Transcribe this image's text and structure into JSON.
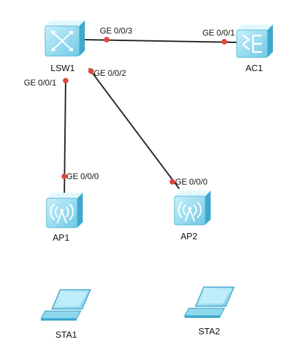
{
  "devices": {
    "switch": {
      "name": "LSW1",
      "icon": "switch-icon"
    },
    "controller": {
      "name": "AC1",
      "icon": "access-controller-icon"
    },
    "ap1": {
      "name": "AP1",
      "icon": "wireless-access-point-icon"
    },
    "ap2": {
      "name": "AP2",
      "icon": "wireless-access-point-icon"
    },
    "sta1": {
      "name": "STA1",
      "icon": "laptop-icon"
    },
    "sta2": {
      "name": "STA2",
      "icon": "laptop-icon"
    }
  },
  "links": {
    "lsw1_ac1": {
      "port_a": "GE 0/0/3",
      "port_b": "GE 0/0/1"
    },
    "lsw1_ap1": {
      "port_a": "GE 0/0/1",
      "port_b": "GE 0/0/0"
    },
    "lsw1_ap2": {
      "port_a": "GE 0/0/2",
      "port_b": "GE 0/0/0"
    }
  },
  "colors": {
    "device_fill": "#8fd9ef",
    "device_light": "#c8f0fb",
    "device_dark": "#3fa8cc",
    "link": "#222222",
    "port_dot": "#e0463c"
  }
}
